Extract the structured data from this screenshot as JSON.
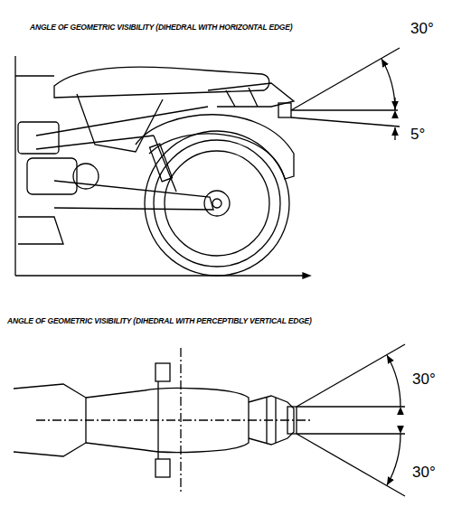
{
  "diagram": {
    "title": "ANGLE OF GEOMETRIC VISIBILITY (DIHEDRAL WITH HORIZONTAL EDGE)",
    "labels": [
      "30°",
      "5°",
      "ANGLE OF GEOMETRIC VISIBILITY (DIHEDRAL WITH PERCEPTIBLY VERTICAL EDGE)",
      "30°",
      "30°"
    ]
  }
}
